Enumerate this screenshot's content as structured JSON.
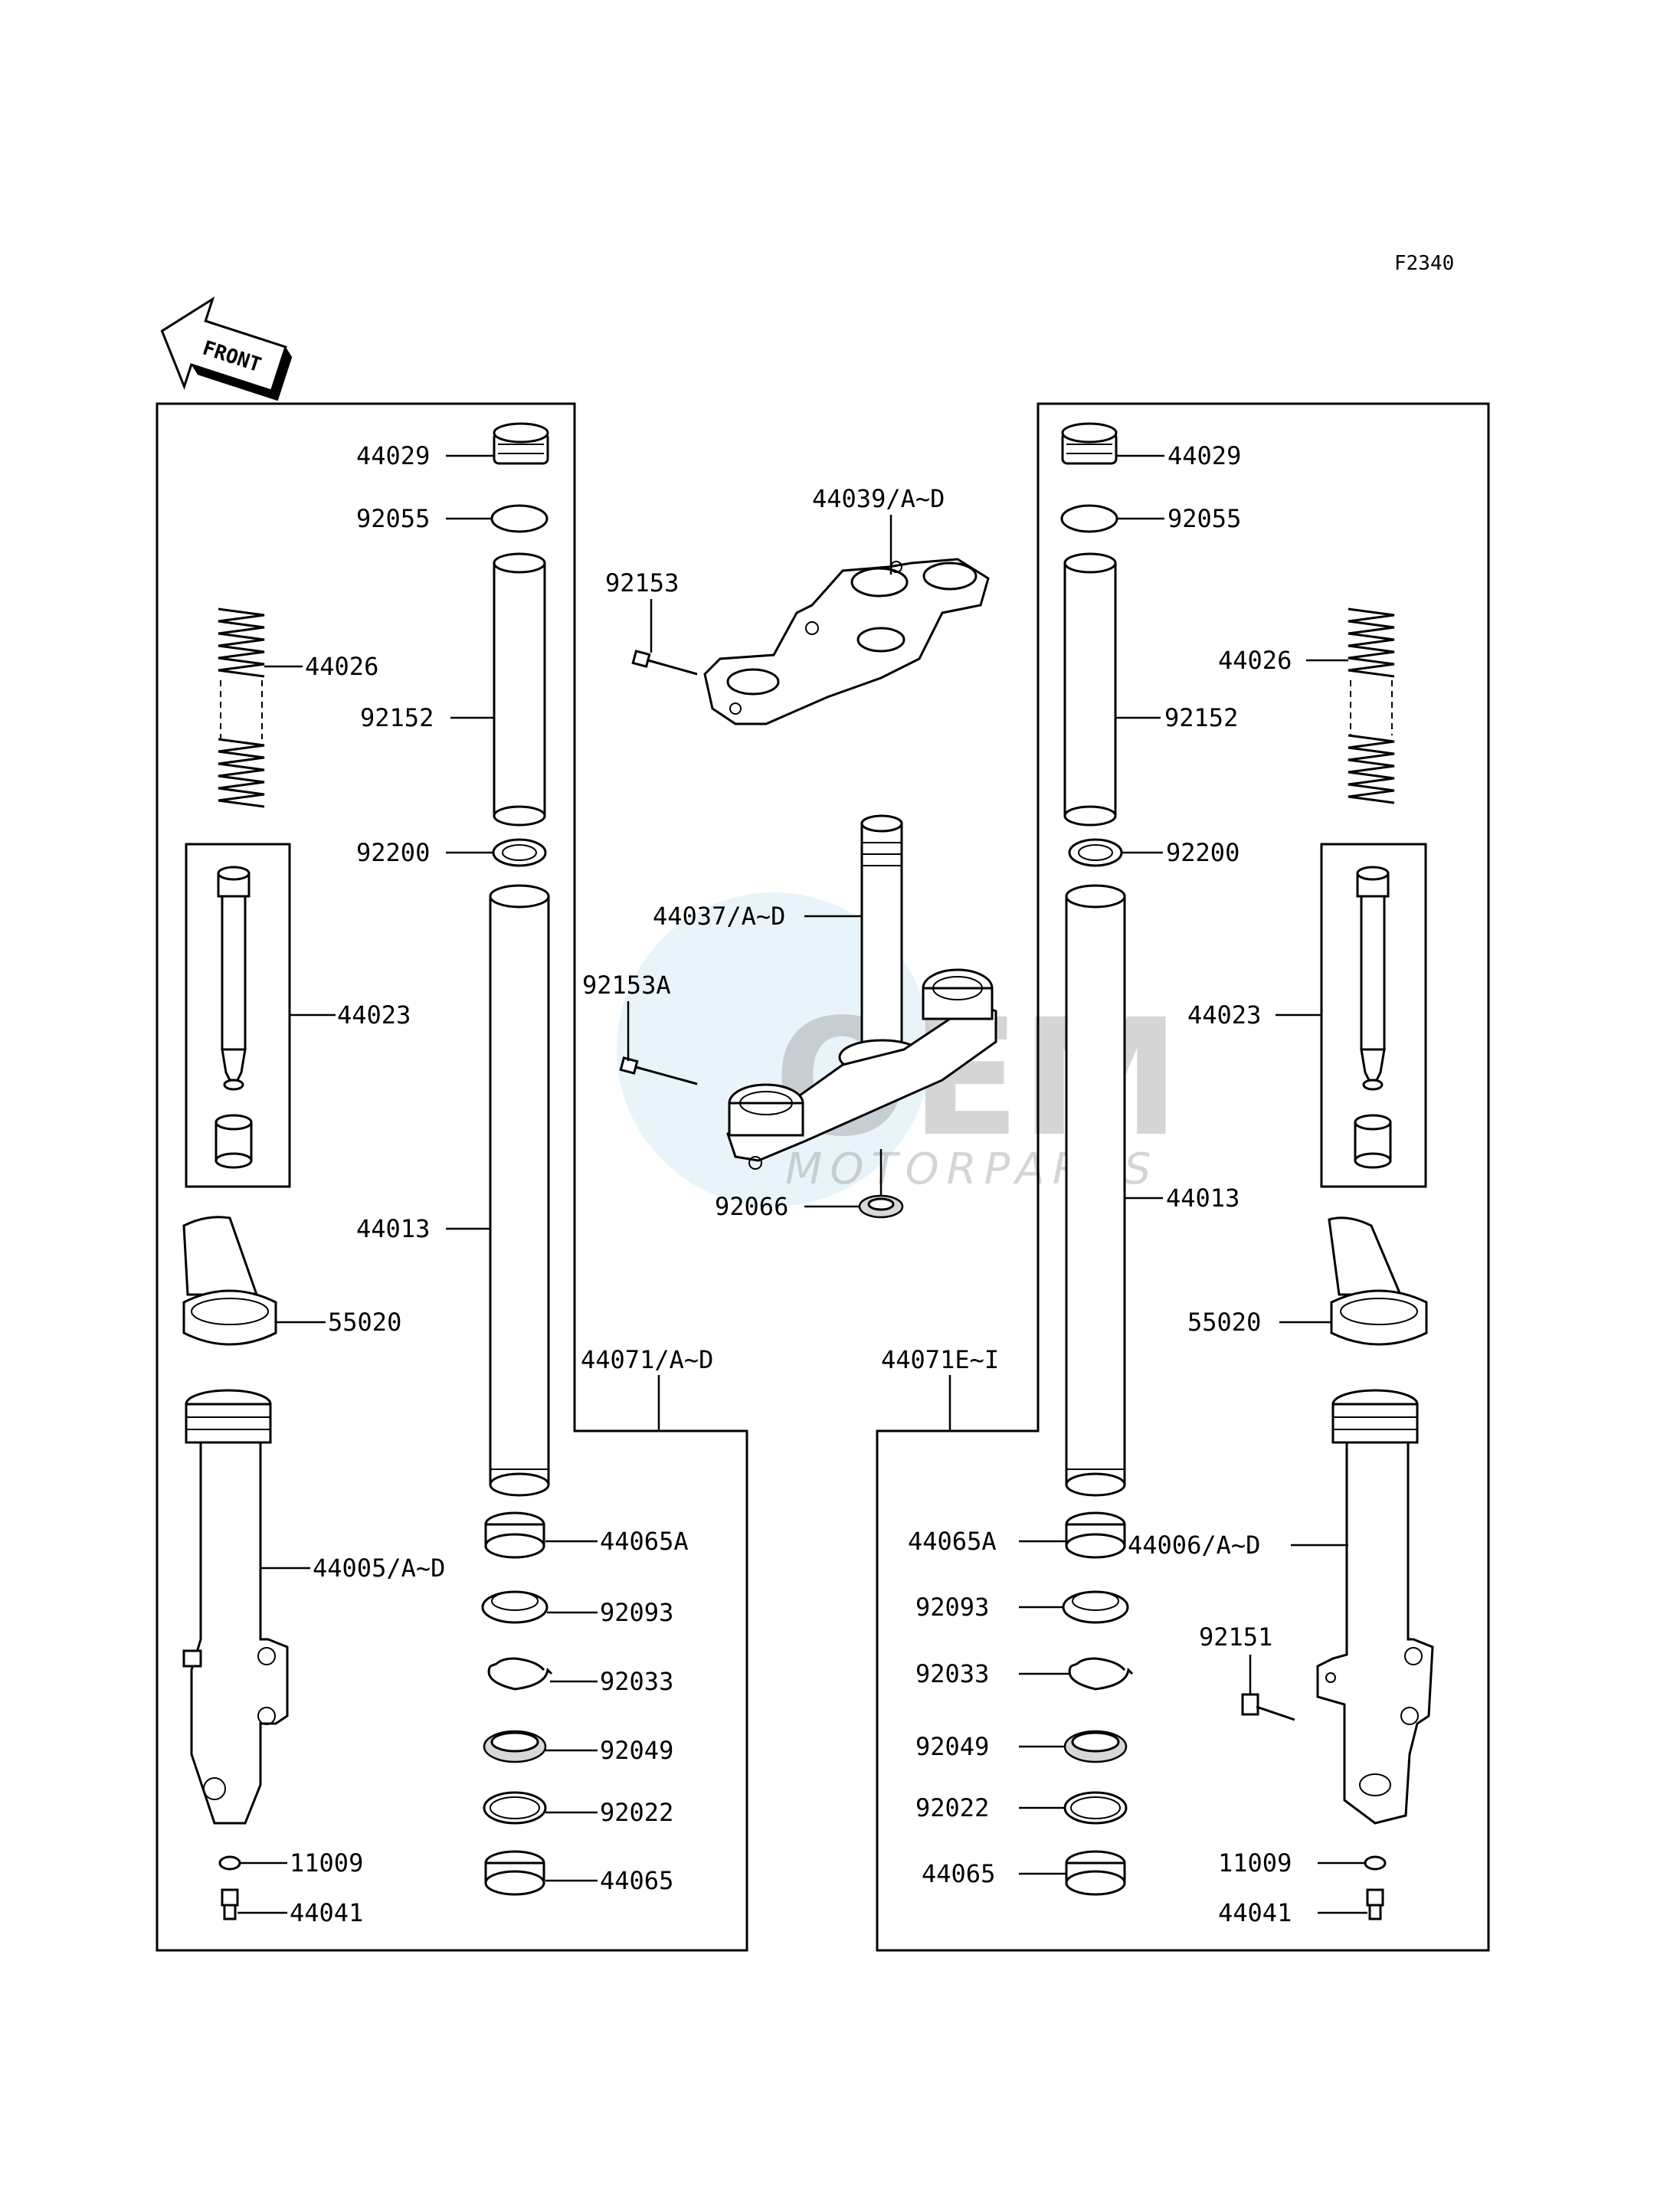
{
  "figure_code": "F2340",
  "front_label": "FRONT",
  "watermark": {
    "brand": "OEM",
    "subtitle": "MOTORPARTS",
    "color": "#2a8fd0"
  },
  "parts": {
    "L_44029": "44029",
    "L_92055": "92055",
    "L_44026": "44026",
    "L_92152": "92152",
    "L_92200": "92200",
    "L_44023": "44023",
    "L_44013": "44013",
    "L_55020": "55020",
    "L_44005": "44005/A~D",
    "L_44065A": "44065A",
    "L_92093": "92093",
    "L_92033": "92033",
    "L_92049": "92049",
    "L_92022": "92022",
    "L_44065": "44065",
    "L_11009": "11009",
    "L_44041": "44041",
    "L_44071": "44071/A~D",
    "C_44039": "44039/A~D",
    "C_92153": "92153",
    "C_44037": "44037/A~D",
    "C_92153A": "92153A",
    "C_92066": "92066",
    "R_44029": "44029",
    "R_92055": "92055",
    "R_44026": "44026",
    "R_92152": "92152",
    "R_92200": "92200",
    "R_44023": "44023",
    "R_44013": "44013",
    "R_55020": "55020",
    "R_44071": "44071E~I",
    "R_44065A": "44065A",
    "R_44006": "44006/A~D",
    "R_92093": "92093",
    "R_92151": "92151",
    "R_92033": "92033",
    "R_92049": "92049",
    "R_92022": "92022",
    "R_44065": "44065",
    "R_11009": "11009",
    "R_44041": "44041"
  }
}
